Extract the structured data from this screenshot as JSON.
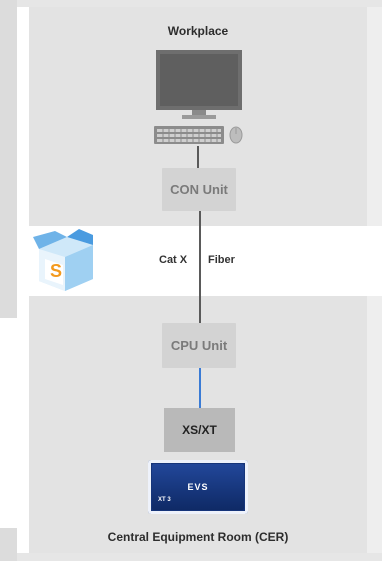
{
  "workplace": {
    "title": "Workplace"
  },
  "con_unit": {
    "label": "CON Unit"
  },
  "link": {
    "left_label": "Cat X",
    "right_label": "Fiber",
    "line_color": "#5a5a5a",
    "lower_line_color": "#3a7bd5"
  },
  "cpu_unit": {
    "label": "CPU Unit"
  },
  "xs_unit": {
    "label": "XS/XT"
  },
  "evs_server": {
    "logo_text": "EVS",
    "model_text": "XT 3"
  },
  "cer": {
    "title": "Central Equipment Room (CER)"
  },
  "app_icon": {
    "letter": "S",
    "accent": "#f39a1e",
    "box_color": "#6fb3e8"
  },
  "colors": {
    "zone": "#e3e3e3",
    "unit": "#d3d3d3",
    "unit_dark": "#b9b9b9",
    "server": "#16357a"
  }
}
